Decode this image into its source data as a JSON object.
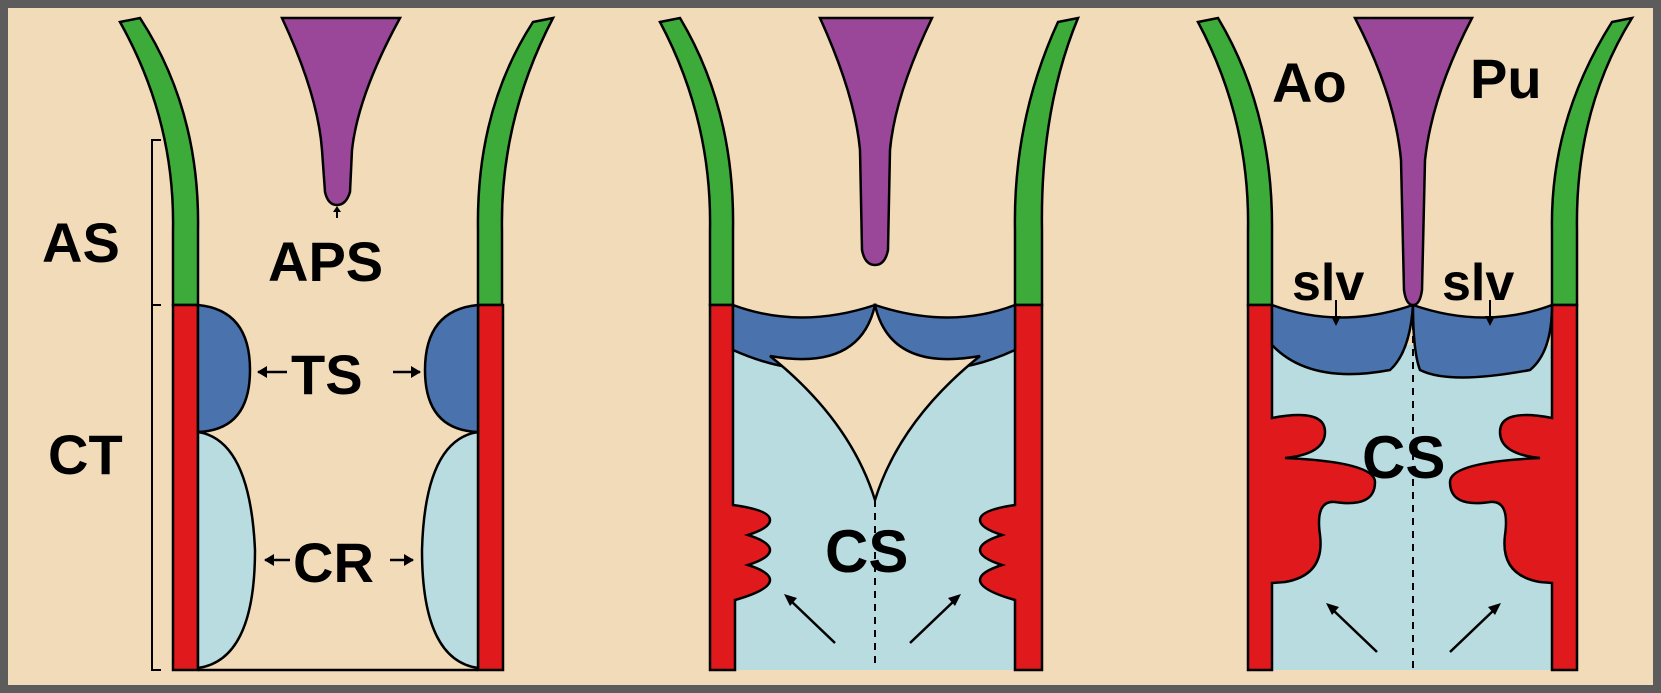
{
  "labels": {
    "as": "AS",
    "ct": "CT",
    "aps": "APS",
    "ts": "TS",
    "cr": "CR",
    "cs_middle": "CS",
    "cs_right": "CS",
    "ao": "Ao",
    "pu": "Pu",
    "slv_left": "slv",
    "slv_right": "slv"
  },
  "colors": {
    "background": "#f2dbb9",
    "frame": "#5c5c5c",
    "green_wall": "#3cab3a",
    "red_wall": "#e0191c",
    "blue_cushion": "#4a73ad",
    "light_blue": "#b9dce0",
    "purple_septum": "#9a479a"
  }
}
